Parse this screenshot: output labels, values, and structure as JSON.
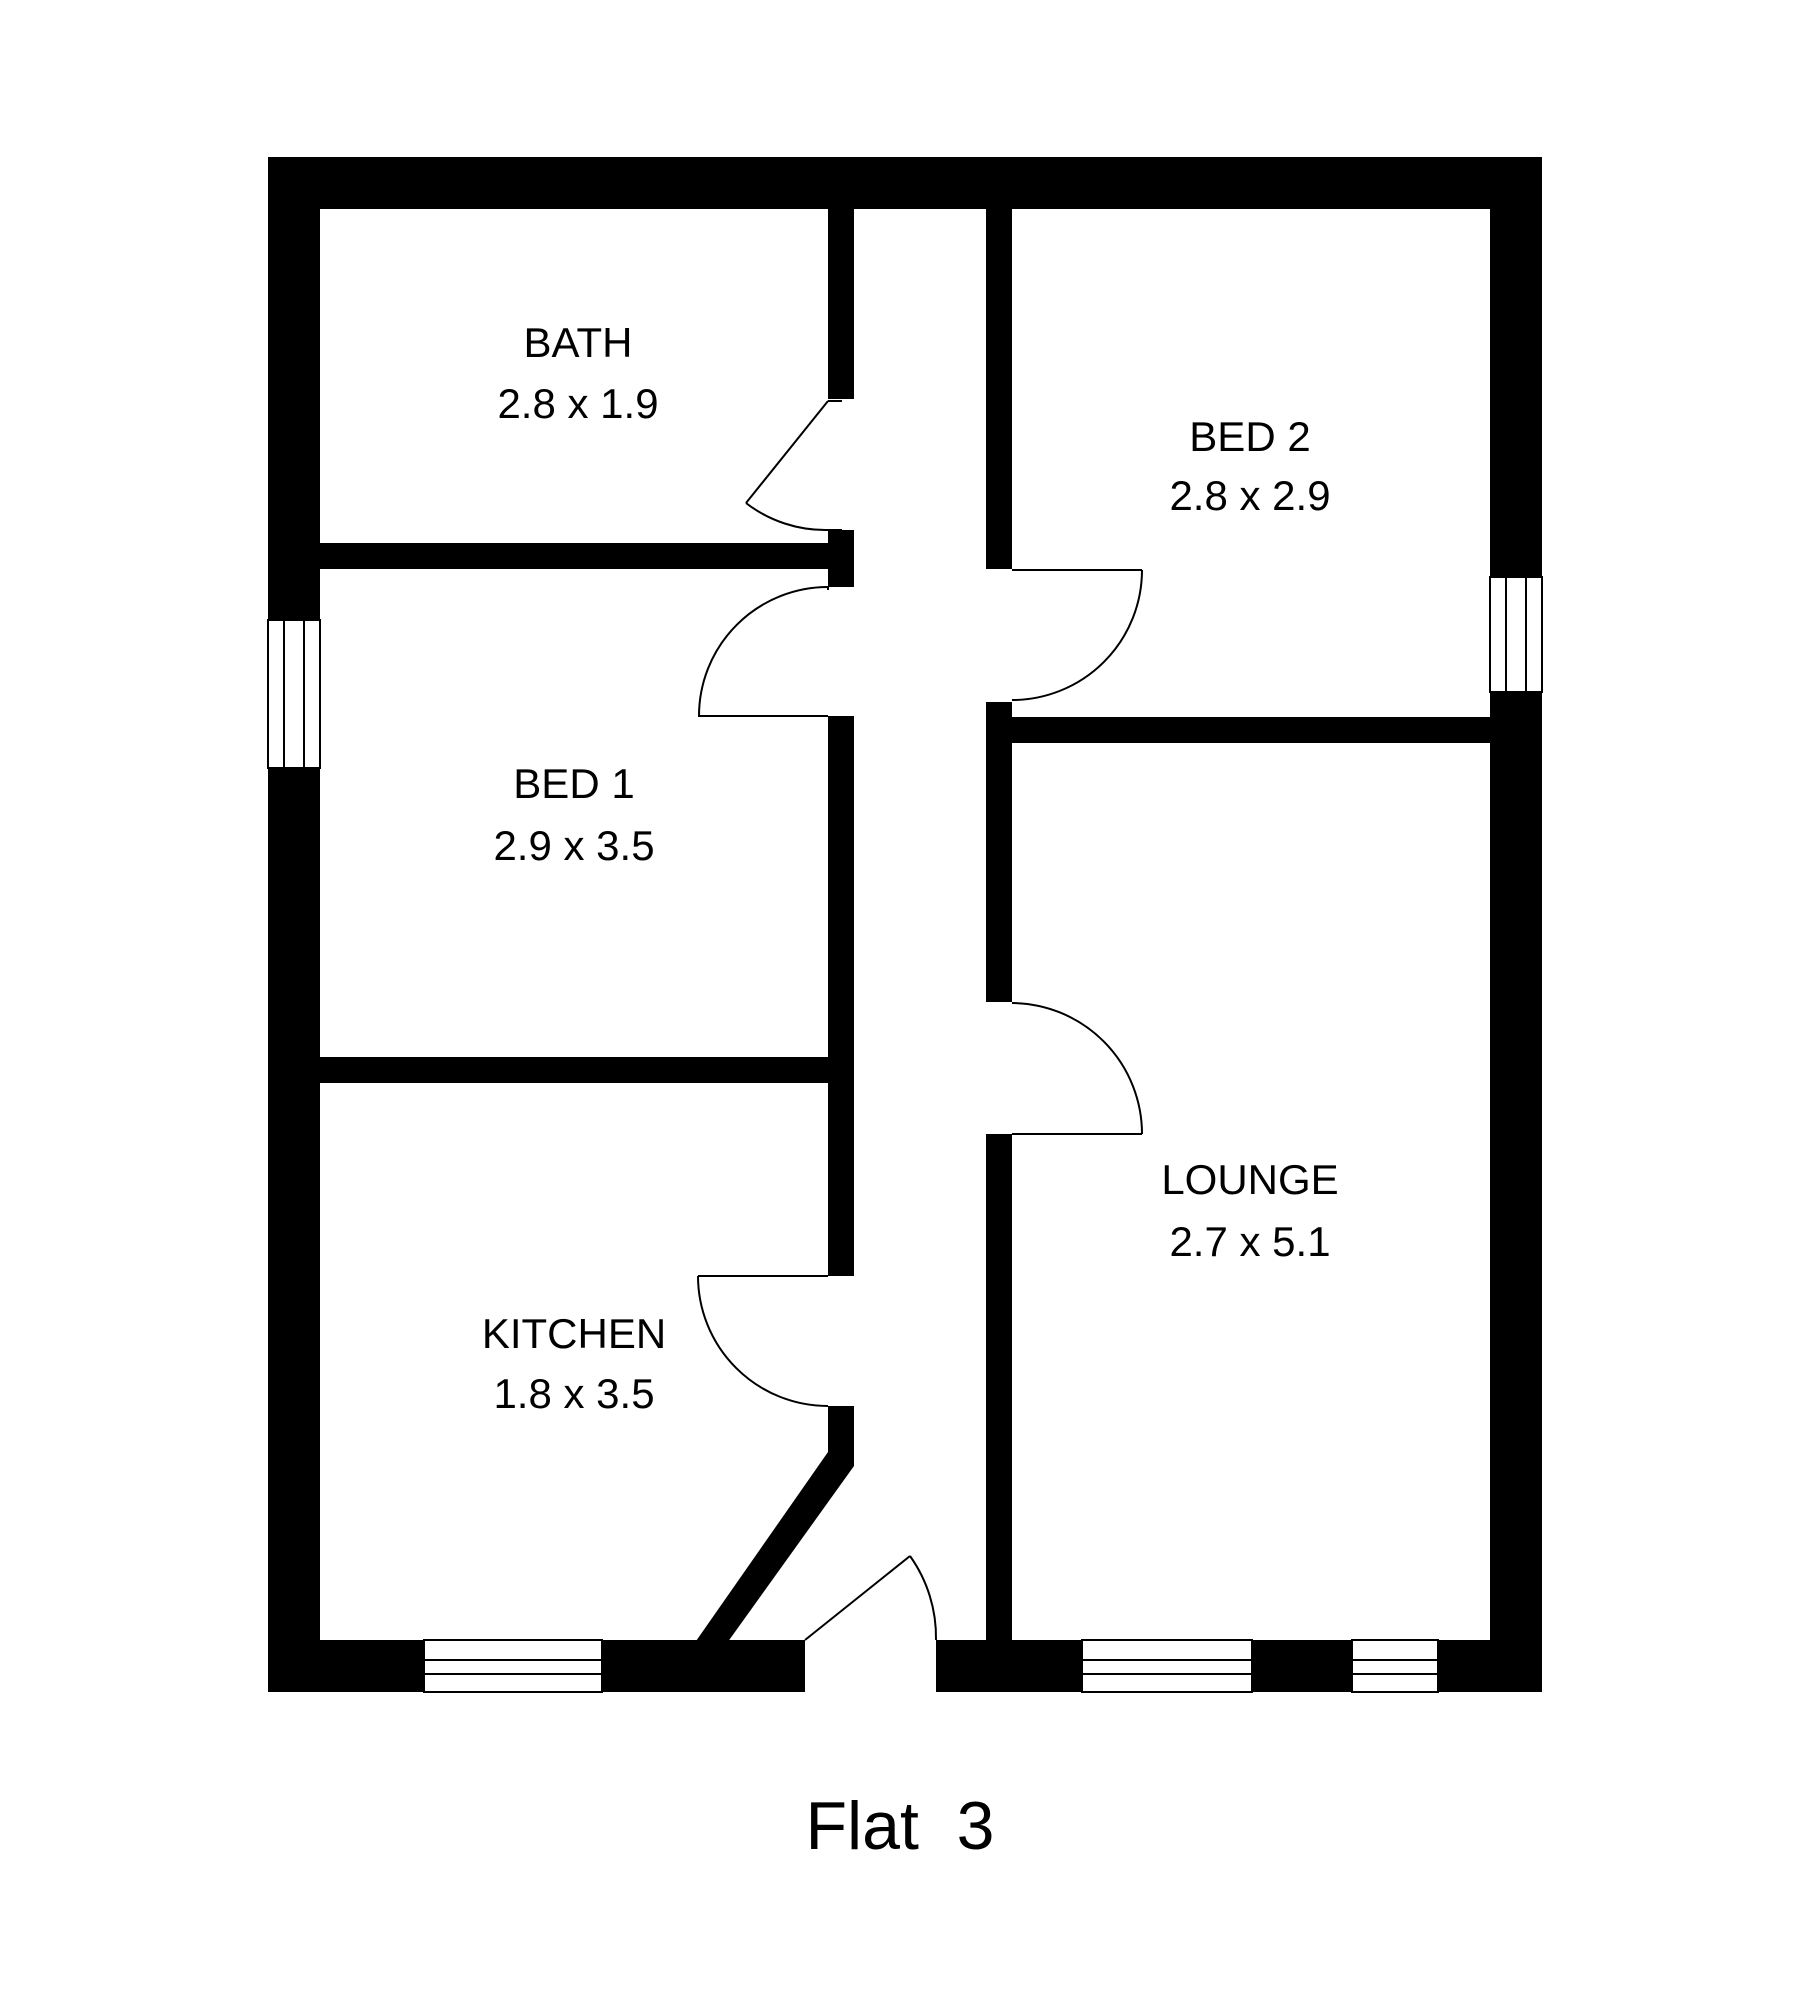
{
  "title": "Flat  3",
  "rooms": [
    {
      "id": "bath",
      "name": "BATH",
      "dimensions": "2.8 x 1.9"
    },
    {
      "id": "bed-2",
      "name": "BED 2",
      "dimensions": "2.8 x 2.9"
    },
    {
      "id": "bed-1",
      "name": "BED 1",
      "dimensions": "2.9 x 3.5"
    },
    {
      "id": "lounge",
      "name": "LOUNGE",
      "dimensions": "2.7 x 5.1"
    },
    {
      "id": "kitchen",
      "name": "KITCHEN",
      "dimensions": "1.8 x 3.5"
    }
  ],
  "colors": {
    "wall": "#000000",
    "background": "#ffffff"
  }
}
